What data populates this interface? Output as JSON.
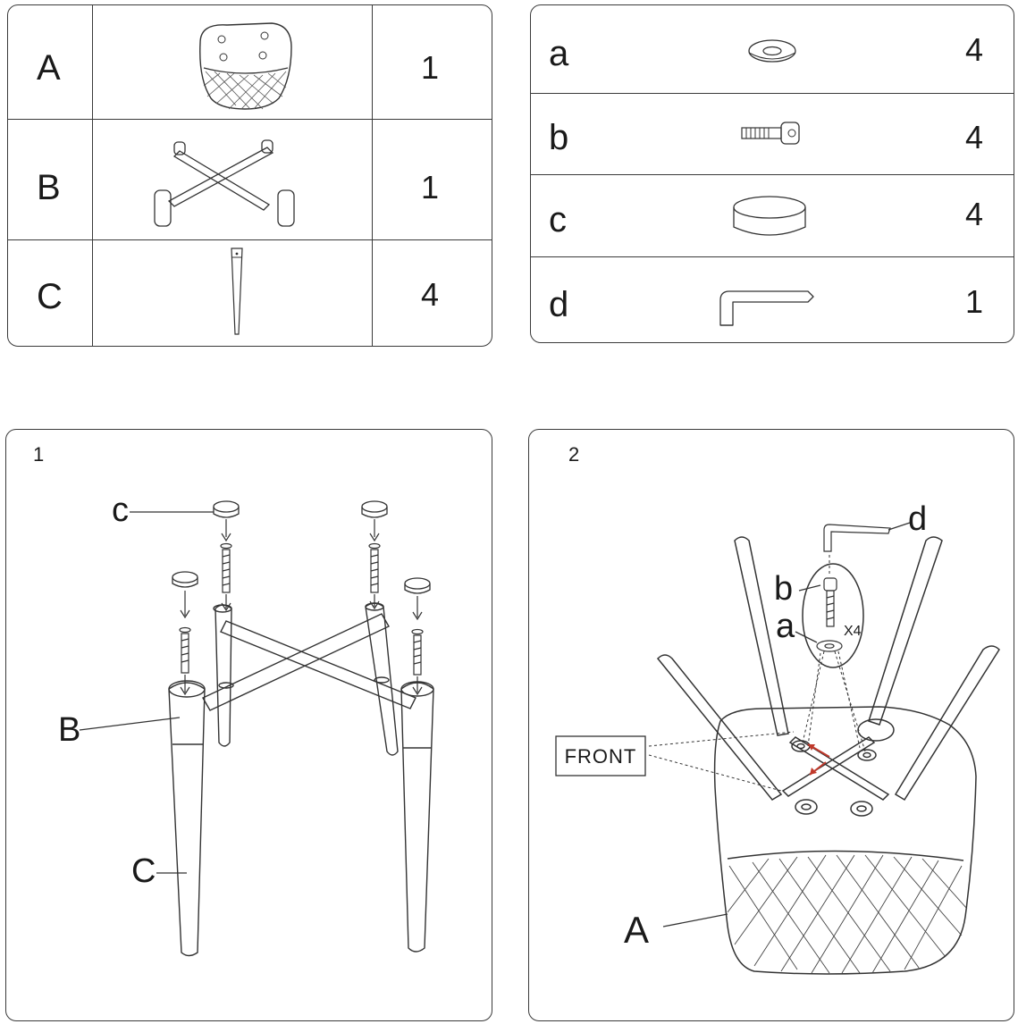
{
  "parts_left": {
    "rows": [
      {
        "label": "A",
        "qty": "1",
        "icon": "seat-shell-icon"
      },
      {
        "label": "B",
        "qty": "1",
        "icon": "cross-frame-icon"
      },
      {
        "label": "C",
        "qty": "4",
        "icon": "leg-icon"
      }
    ]
  },
  "parts_right": {
    "rows": [
      {
        "label": "a",
        "qty": "4",
        "icon": "washer-icon"
      },
      {
        "label": "b",
        "qty": "4",
        "icon": "bolt-icon"
      },
      {
        "label": "c",
        "qty": "4",
        "icon": "foot-cap-icon"
      },
      {
        "label": "d",
        "qty": "1",
        "icon": "allen-key-icon"
      }
    ]
  },
  "step1": {
    "number": "1",
    "labels": {
      "c": "c",
      "B": "B",
      "C": "C"
    }
  },
  "step2": {
    "number": "2",
    "labels": {
      "d": "d",
      "b": "b",
      "a": "a",
      "x4": "X4",
      "front": "FRONT",
      "A": "A"
    },
    "accent": "#c0392b"
  }
}
